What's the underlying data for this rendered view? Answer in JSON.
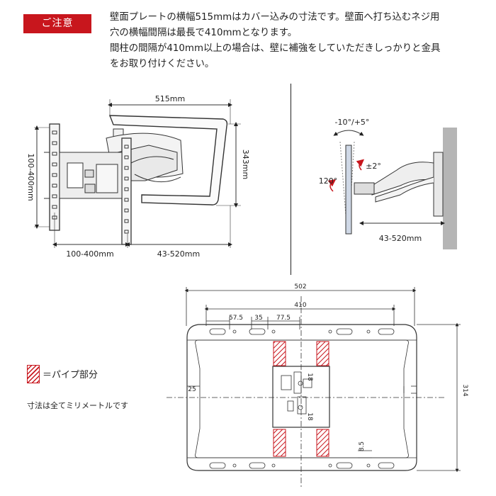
{
  "notice": {
    "badge": "ご注意",
    "lines": [
      "壁面プレートの横幅515mmはカバー込みの寸法です。壁面へ打ち込むネジ用",
      "穴の横幅間隔は最長で410mmとなります。",
      "間柱の間隔が410mm以上の場合は、壁に補強をしていただきしっかりと金具",
      "をお取り付けください。"
    ]
  },
  "front_view": {
    "width_label": "515mm",
    "height_label": "343mm",
    "vesa_height_label": "100-400mm",
    "vesa_width_label": "100-400mm",
    "extension_label": "43-520mm"
  },
  "side_view": {
    "tilt_label": "-10°/+5°",
    "swivel_label": "120°",
    "level_label": "±2°",
    "extension_label": "43-520mm"
  },
  "plate_drawing": {
    "overall_width": "502",
    "hole_span": "410",
    "spacing_1": "57.5",
    "spacing_2": "35",
    "spacing_3": "77.5",
    "overall_height": "314",
    "side_offset": "25",
    "center_1": "18",
    "center_2": "18",
    "slot_offset": "8.5"
  },
  "legend": {
    "pipe_label": "＝パイプ部分",
    "units_note": "寸法は全てミリメートルです"
  },
  "colors": {
    "accent": "#c8161d",
    "line": "#222222"
  }
}
